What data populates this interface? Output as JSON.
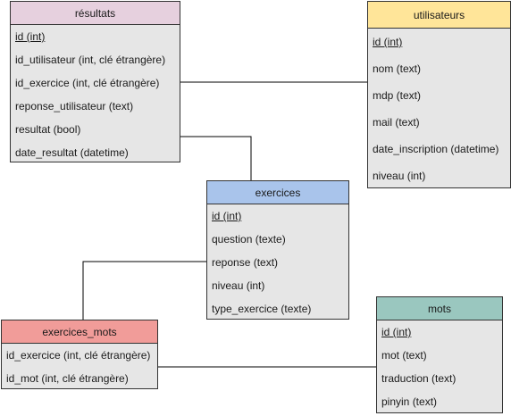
{
  "entities": {
    "resultats": {
      "title": "résultats",
      "header_color": "#e6d0de",
      "fields": [
        "id (int)",
        "id_utilisateur (int, clé étrangère)",
        "id_exercice (int, clé étrangère)",
        "reponse_utilisateur (text)",
        "resultat (bool)",
        "date_resultat (datetime)"
      ]
    },
    "utilisateurs": {
      "title": "utilisateurs",
      "header_color": "#ffe599",
      "fields": [
        "id (int)",
        "nom (text)",
        "mdp (text)",
        "mail (text)",
        "date_inscription (datetime)",
        "niveau (int)"
      ]
    },
    "exercices": {
      "title": "exercices",
      "header_color": "#a9c4eb",
      "fields": [
        "id (int)",
        "question (texte)",
        "reponse (text)",
        "niveau (int)",
        "type_exercice (texte)"
      ]
    },
    "exercices_mots": {
      "title": "exercices_mots",
      "header_color": "#f19c99",
      "fields": [
        "id_exercice (int, clé étrangère)",
        "id_mot (int, clé étrangère)"
      ]
    },
    "mots": {
      "title": "mots",
      "header_color": "#9ac7bf",
      "fields": [
        "id (int)",
        "mot (text)",
        "traduction (text)",
        "pinyin (text)"
      ]
    }
  }
}
